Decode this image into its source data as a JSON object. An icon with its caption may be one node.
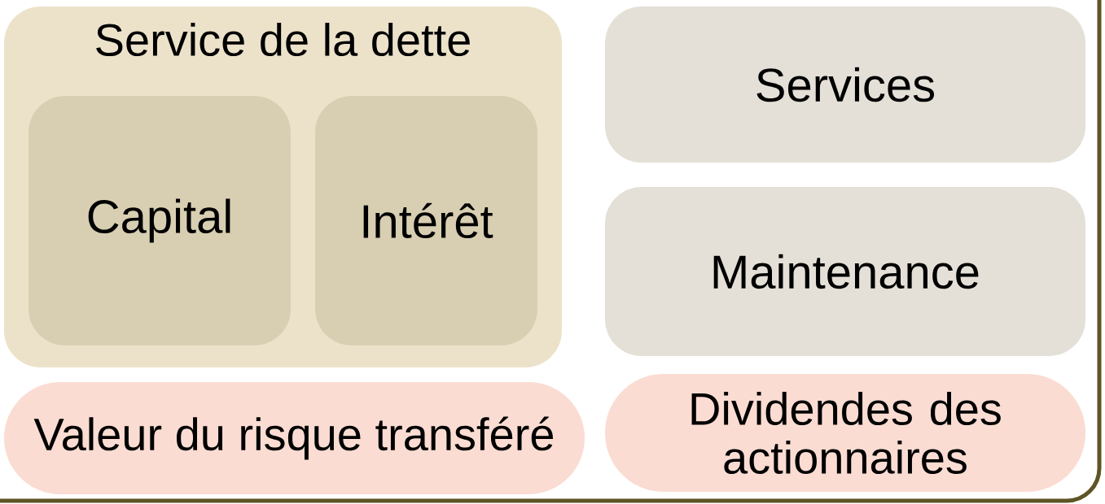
{
  "diagram": {
    "nodes": [
      {
        "text": [
          "Service de la dette"
        ]
      },
      {
        "text": [
          "Capital"
        ],
        "in": 0
      },
      {
        "text": [
          "Intérêt"
        ],
        "in": 0
      },
      {
        "text": [
          "Valeur du risque transféré"
        ]
      },
      {
        "text": [
          "Services"
        ]
      },
      {
        "text": [
          "Maintenance"
        ]
      },
      {
        "text": [
          "Dividendes des actionnaires"
        ]
      }
    ],
    "edges": []
  }
}
